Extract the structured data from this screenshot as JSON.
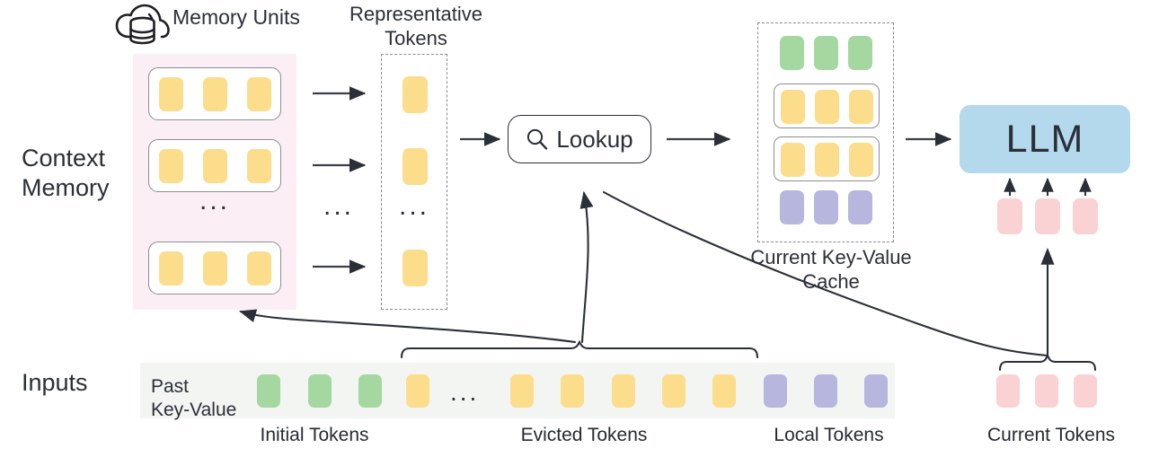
{
  "diagram": {
    "title": "Context Memory LLM KV-cache lookup architecture",
    "row_labels": {
      "context_memory": "Context\nMemory",
      "inputs": "Inputs"
    },
    "memory_units": {
      "label": "Memory Units",
      "icon": "cloud-database-icon",
      "panel_color": "#fbeef5",
      "units": [
        {
          "tokens": [
            "y",
            "y",
            "y"
          ]
        },
        {
          "tokens": [
            "y",
            "y",
            "y"
          ]
        },
        {
          "tokens": [
            "y",
            "y",
            "y"
          ]
        }
      ],
      "ellipsis": "..."
    },
    "representative_tokens": {
      "label": "Representative\nTokens",
      "tokens": [
        "y",
        "y",
        "y"
      ],
      "ellipsis": "...",
      "mid_ellipsis": "..."
    },
    "lookup": {
      "label": "Lookup",
      "icon": "search-icon"
    },
    "kv_cache": {
      "label": "Current Key-Value\nCache",
      "rows": [
        {
          "color": "g",
          "boxed": false,
          "count": 3
        },
        {
          "color": "y",
          "boxed": true,
          "count": 3
        },
        {
          "color": "y",
          "boxed": true,
          "count": 3
        },
        {
          "color": "p",
          "boxed": false,
          "count": 3
        }
      ]
    },
    "llm": {
      "label": "LLM",
      "color": "#b4d8ec"
    },
    "current_tokens_into_llm": {
      "count": 3,
      "color": "r"
    },
    "inputs": {
      "past_key_value_label": "Past\nKey-Value",
      "strip_color": "#f2f5f2",
      "sequence": [
        {
          "color": "g"
        },
        {
          "color": "g"
        },
        {
          "color": "g"
        },
        {
          "color": "y"
        },
        {
          "ellipsis": "..."
        },
        {
          "color": "y"
        },
        {
          "color": "y"
        },
        {
          "color": "y"
        },
        {
          "color": "y"
        },
        {
          "color": "y"
        },
        {
          "color": "p"
        },
        {
          "color": "p"
        },
        {
          "color": "p"
        }
      ],
      "current_tokens": [
        {
          "color": "r"
        },
        {
          "color": "r"
        },
        {
          "color": "r"
        }
      ]
    },
    "bottom_captions": {
      "initial": "Initial Tokens",
      "evicted": "Evicted Tokens",
      "local": "Local Tokens",
      "current": "Current Tokens"
    },
    "colors": {
      "yellow": "#fbdd8b",
      "green": "#a4d8a0",
      "purple": "#b6b6de",
      "pink_token": "#fbd2d4",
      "blue_llm": "#b4d8ec",
      "panel_pink": "#fbeef5",
      "strip_grey": "#f2f5f2",
      "stroke": "#2b2f38",
      "dashed_stroke": "#8b8b93"
    }
  }
}
